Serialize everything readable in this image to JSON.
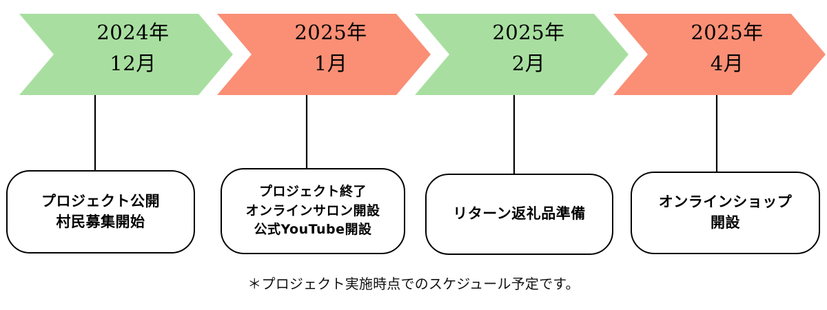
{
  "diagram": {
    "title_text": "",
    "colors": {
      "green": "#A8DFA0",
      "orange": "#FA8F75",
      "line": "#000000",
      "box_border": "#000000",
      "box_fill": "#FFFFFF",
      "text": "#000000"
    },
    "milestones": [
      {
        "id": "milestone-1",
        "period_line1": "2024年",
        "period_line2": "12月",
        "period_full": "2024年\n12月",
        "color": "#A8DFA0",
        "color_name": "green",
        "detail": "プロジェクト公開\n村民募集開始",
        "detail_lines": [
          "プロジェクト公開",
          "村民募集開始"
        ]
      },
      {
        "id": "milestone-2",
        "period_line1": "2025年",
        "period_line2": "1月",
        "period_full": "2025年\n1月",
        "color": "#FA8F75",
        "color_name": "orange",
        "detail": "プロジェクト終了\nオンラインサロン開設\n公式YouTube開設",
        "detail_lines": [
          "プロジェクト終了",
          "オンラインサロン開設",
          "公式YouTube開設"
        ]
      },
      {
        "id": "milestone-3",
        "period_line1": "2025年",
        "period_line2": "2月",
        "period_full": "2025年\n2月",
        "color": "#A8DFA0",
        "color_name": "green",
        "detail": "リターン返礼品準備",
        "detail_lines": [
          "リターン返礼品準備"
        ]
      },
      {
        "id": "milestone-4",
        "period_line1": "2025年",
        "period_line2": "4月",
        "period_full": "2025年\n4月",
        "color": "#FA8F75",
        "color_name": "orange",
        "detail": "オンラインショップ\n開設",
        "detail_lines": [
          "オンラインショップ",
          "開設"
        ]
      }
    ],
    "footnote": "＊プロジェクト実施時点でのスケジュール予定です。"
  }
}
